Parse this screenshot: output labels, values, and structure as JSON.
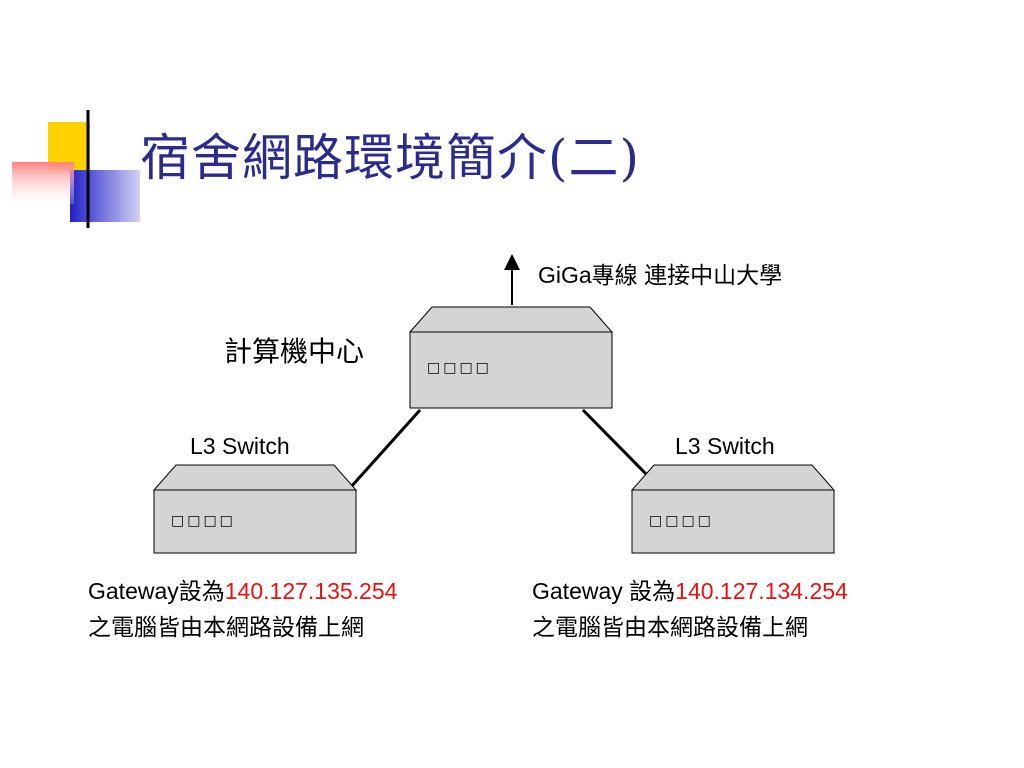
{
  "slide": {
    "title": "宿舍網路環境簡介(二)"
  },
  "diagram": {
    "uplink_label": "GiGa專線  連接中山大學",
    "core_label": "計算機中心",
    "core_ports": "□□□□",
    "left_switch_label": "L3 Switch",
    "right_switch_label": "L3 Switch",
    "left_ports": "□□□□",
    "right_ports": "□□□□",
    "left_gateway": {
      "prefix": "Gateway設為",
      "ip": "140.127.135.254",
      "line2": "之電腦皆由本網路設備上網"
    },
    "right_gateway": {
      "prefix": "Gateway 設為",
      "ip": "140.127.134.254",
      "line2": "之電腦皆由本網路設備上網"
    }
  },
  "colors": {
    "title": "#2b2b8f",
    "ip": "#e8120f",
    "device_fill": "#d4d4d4",
    "deco_yellow": "#ffd200",
    "deco_blue": "#2424c8",
    "deco_red": "#ff6060"
  }
}
